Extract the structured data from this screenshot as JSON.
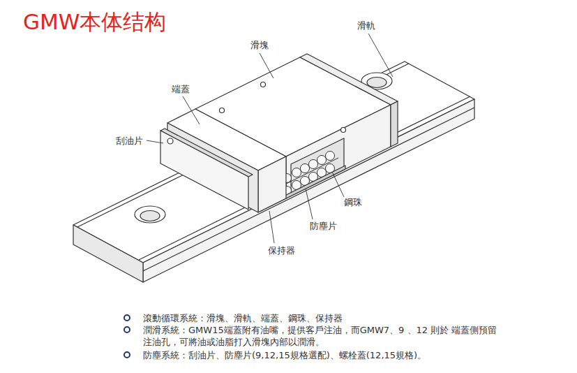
{
  "diagram": {
    "title": "GMW本体结构",
    "labels": [
      "滑軌",
      "滑塊",
      "端蓋",
      "刮油片",
      "鋼珠",
      "防塵片",
      "保持器",
      "滾動循環系統：滑塊、滑軌、端蓋、鋼珠、保持器",
      "潤滑系統：GMW15端蓋附有油嘴，提供客戶注油，而GMW7、9 、12 則於 端蓋側預留注油孔，可將油或油脂打入滑塊內部以潤滑。",
      "防塵系統：刮油片、防塵片(9,12,15規格選配)、螺栓蓋(12,15規格)。"
    ]
  }
}
